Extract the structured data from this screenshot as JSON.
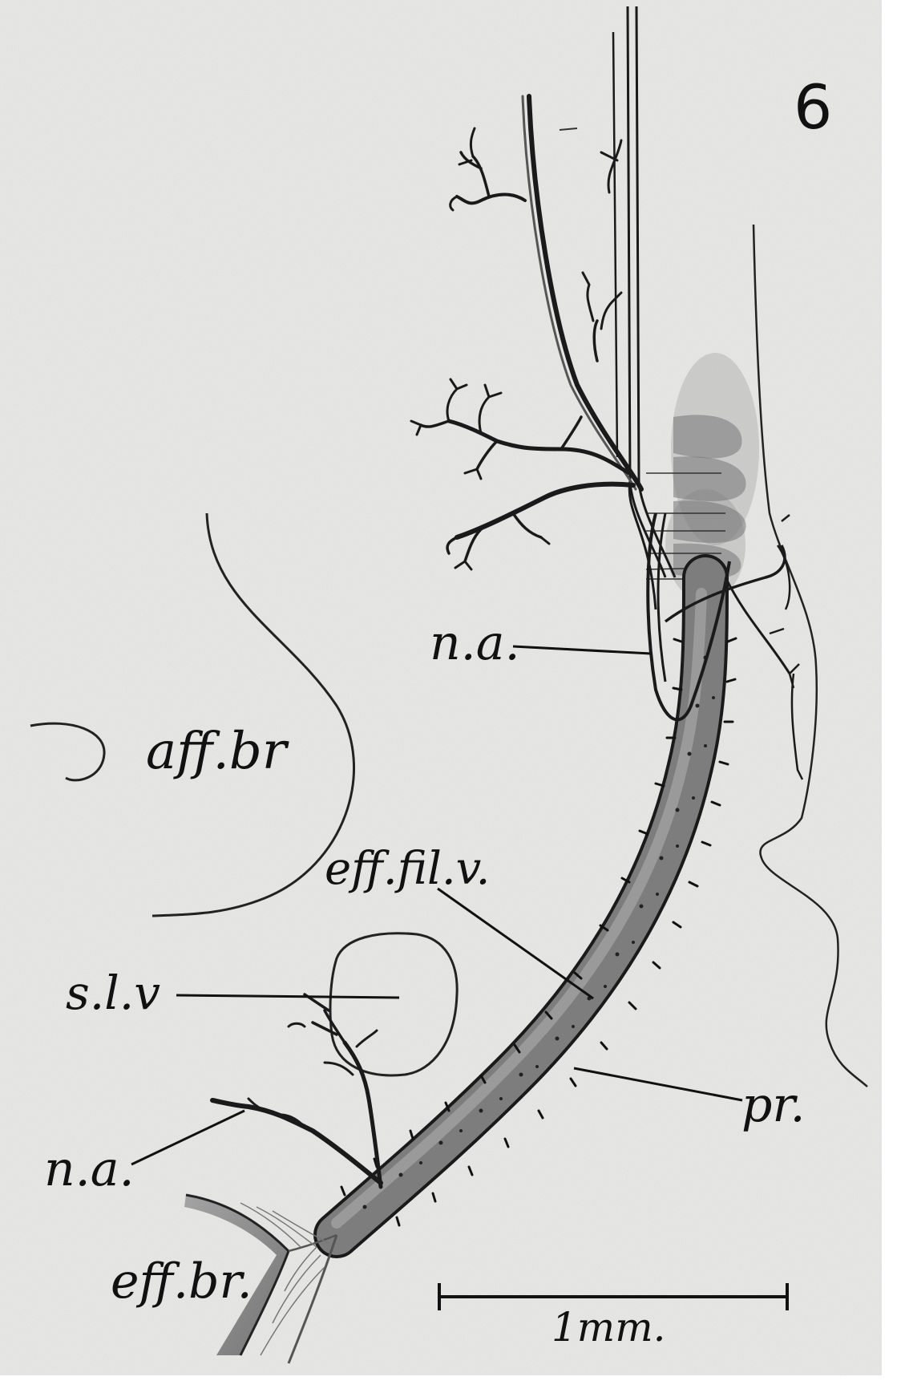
{
  "figure": {
    "number": "6",
    "labels": {
      "n_a_upper": "n.a.",
      "aff_br": "aff.br",
      "eff_fil_v": "eff.fil.v.",
      "s_l_v": "s.l.v",
      "pr": "pr.",
      "n_a_lower": "n.a.",
      "eff_br": "eff.br."
    },
    "scale_bar": {
      "label": "1mm."
    }
  }
}
